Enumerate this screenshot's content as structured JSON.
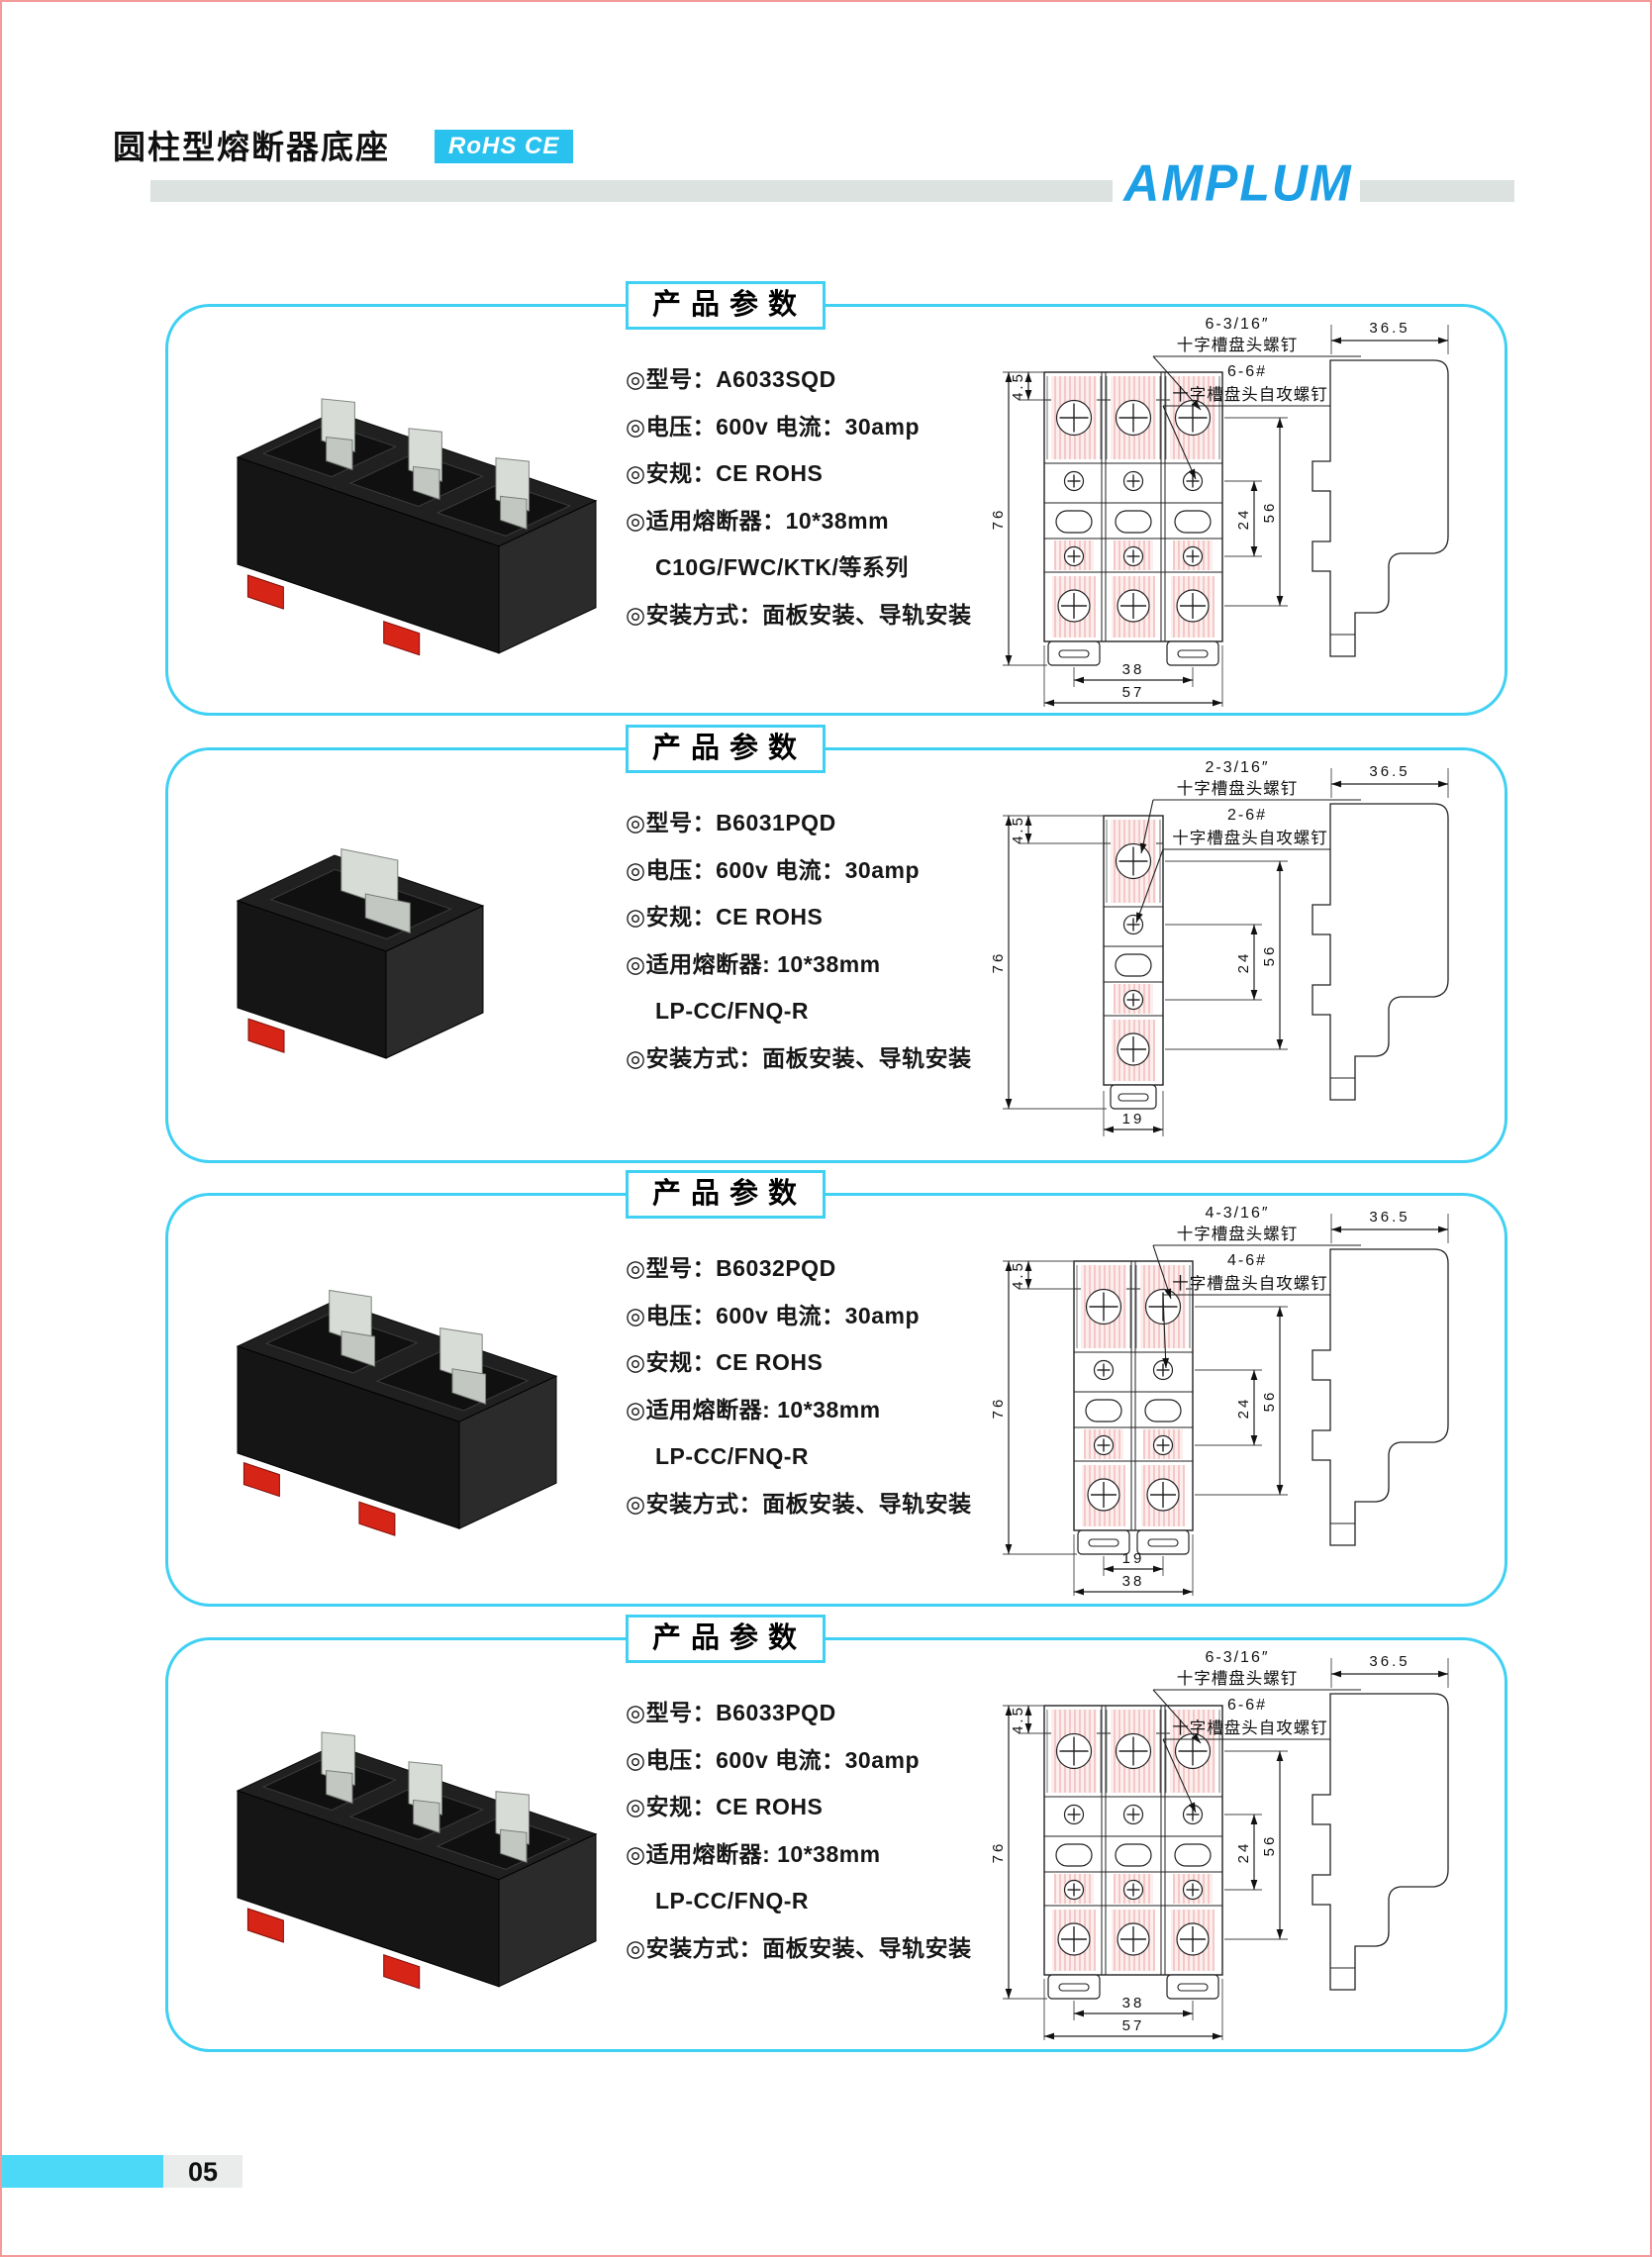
{
  "header": {
    "title": "圆柱型熔断器底座",
    "badge": "RoHS CE",
    "brand": "AMPLUM"
  },
  "card_title": "产品参数",
  "products": [
    {
      "poles": 3,
      "specs": [
        "◎型号：A6033SQD",
        "◎电压：600v 电流：30amp",
        "◎安规：CE ROHS",
        "◎适用熔断器：10*38mm",
        "C10G/FWC/KTK/等系列",
        "◎安装方式：面板安装、导轨安装"
      ],
      "drawing": {
        "screw_count": "6-3/16″",
        "screw_label": "十字槽盘头螺钉",
        "tapping_count": "6-6#",
        "tapping_label": "十字槽盘头自攻螺钉",
        "side_width": "36.5",
        "total_height": "76",
        "top_offset": "4.5",
        "mid_dim_inner": "24",
        "mid_dim_outer": "56",
        "bottom_dims": [
          "38",
          "57"
        ]
      }
    },
    {
      "poles": 1,
      "specs": [
        "◎型号：B6031PQD",
        "◎电压：600v 电流：30amp",
        "◎安规：CE ROHS",
        "◎适用熔断器: 10*38mm",
        "LP-CC/FNQ-R",
        "◎安装方式：面板安装、导轨安装"
      ],
      "drawing": {
        "screw_count": "2-3/16″",
        "screw_label": "十字槽盘头螺钉",
        "tapping_count": "2-6#",
        "tapping_label": "十字槽盘头自攻螺钉",
        "side_width": "36.5",
        "total_height": "76",
        "top_offset": "4.5",
        "mid_dim_inner": "24",
        "mid_dim_outer": "56",
        "bottom_dims": [
          "19"
        ]
      }
    },
    {
      "poles": 2,
      "specs": [
        "◎型号：B6032PQD",
        "◎电压：600v 电流：30amp",
        "◎安规：CE ROHS",
        "◎适用熔断器: 10*38mm",
        "LP-CC/FNQ-R",
        "◎安装方式：面板安装、导轨安装"
      ],
      "drawing": {
        "screw_count": "4-3/16″",
        "screw_label": "十字槽盘头螺钉",
        "tapping_count": "4-6#",
        "tapping_label": "十字槽盘头自攻螺钉",
        "side_width": "36.5",
        "total_height": "76",
        "top_offset": "4.5",
        "mid_dim_inner": "24",
        "mid_dim_outer": "56",
        "bottom_dims": [
          "19",
          "38"
        ]
      }
    },
    {
      "poles": 3,
      "specs": [
        "◎型号：B6033PQD",
        "◎电压：600v 电流：30amp",
        "◎安规：CE ROHS",
        "◎适用熔断器: 10*38mm",
        "LP-CC/FNQ-R",
        "◎安装方式：面板安装、导轨安装"
      ],
      "drawing": {
        "screw_count": "6-3/16″",
        "screw_label": "十字槽盘头螺钉",
        "tapping_count": "6-6#",
        "tapping_label": "十字槽盘头自攻螺钉",
        "side_width": "36.5",
        "total_height": "76",
        "top_offset": "4.5",
        "mid_dim_inner": "24",
        "mid_dim_outer": "56",
        "bottom_dims": [
          "38",
          "57"
        ]
      }
    }
  ],
  "footer": {
    "page_number": "05"
  },
  "colors": {
    "accent_cyan": "#3fd0f3",
    "badge_bg": "#29c1ee",
    "brand_blue": "#1d9fe6",
    "band_gray": "#dbe2e0",
    "frame_pink": "#f49a9a",
    "footer_cyan": "#4cd9f8",
    "drawing_hatch_pink": "#efa8a8",
    "product_red": "#d62417"
  }
}
